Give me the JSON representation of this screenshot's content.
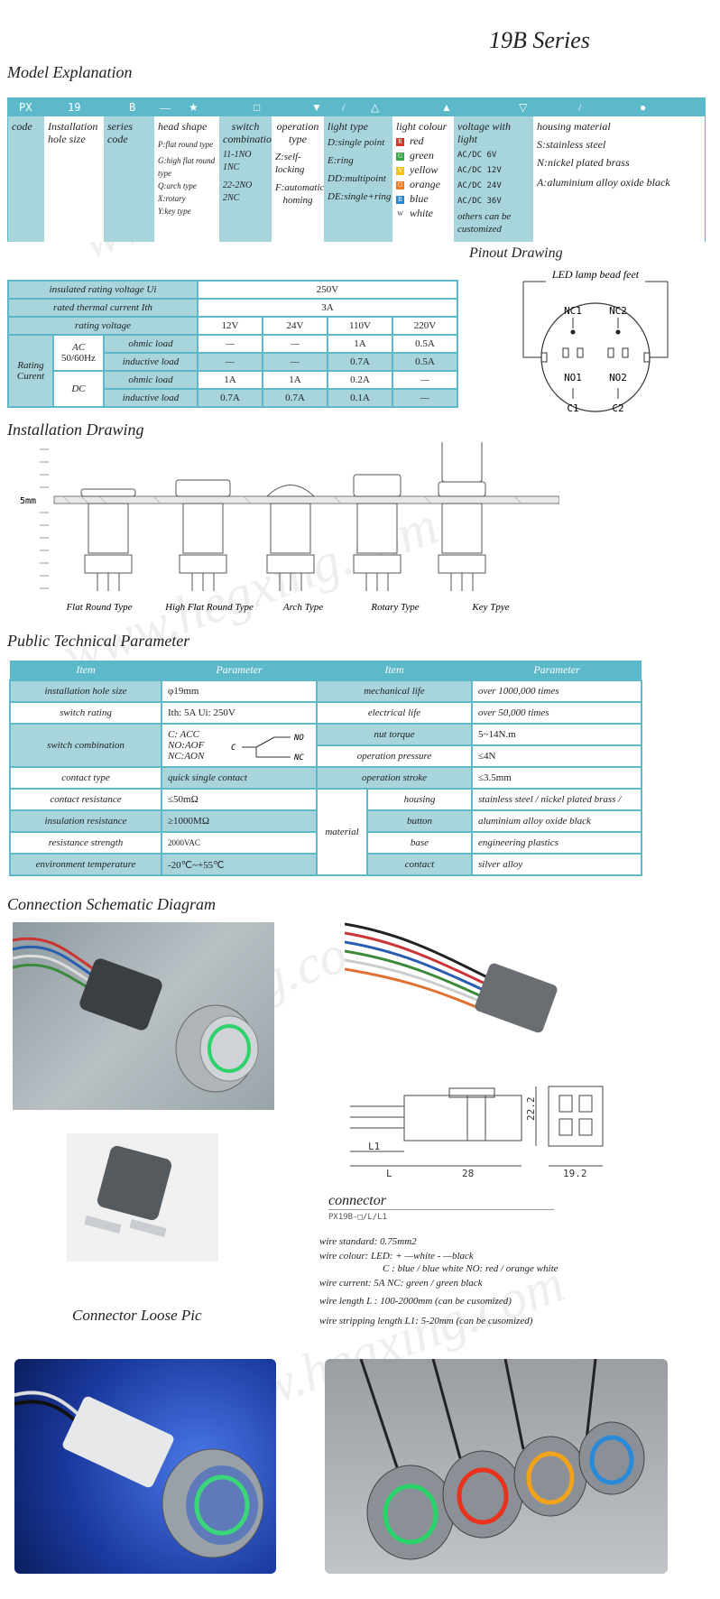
{
  "series_title": "19B Series",
  "sections": {
    "model": "Model Explanation",
    "pinout": "Pinout Drawing",
    "installation": "Installation Drawing",
    "public": "Public Technical Parameter",
    "connection": "Connection Schematic Diagram"
  },
  "model": {
    "header": [
      "PX",
      "19",
      "B",
      "—",
      "★",
      "□",
      "▼",
      "/",
      "△",
      "▲",
      "▽",
      "/",
      "●"
    ],
    "code": "code",
    "hole": "Installation hole size",
    "series": "series code",
    "head_shape": {
      "title": "head shape",
      "items": [
        "P:flat round type",
        "G:high flat round type",
        "Q:arch type",
        "X:rotary",
        "Y:key type"
      ]
    },
    "switch_comb": {
      "title": "switch combination",
      "items": [
        "11-1NO 1NC",
        "22-2NO 2NC"
      ]
    },
    "operation": {
      "title": "operation type",
      "items": [
        "Z:self-locking",
        "F:automatic homing"
      ]
    },
    "light_type": {
      "title": "light type",
      "items": [
        "D:single point",
        "E:ring",
        "DD:multipoint",
        "DE:single+ring"
      ]
    },
    "light_colour": {
      "title": "light colour",
      "items": [
        {
          "code": "R",
          "name": "red",
          "color": "#d9342b"
        },
        {
          "code": "G",
          "name": "green",
          "color": "#3aa64a"
        },
        {
          "code": "Y",
          "name": "yellow",
          "color": "#f2c21b"
        },
        {
          "code": "O",
          "name": "orange",
          "color": "#ee7a22"
        },
        {
          "code": "B",
          "name": "blue",
          "color": "#2a86d0"
        },
        {
          "code": "W",
          "name": "white",
          "color": "#ffffff"
        }
      ]
    },
    "voltage": {
      "title": "voltage with light",
      "items": [
        "AC/DC 6V",
        "AC/DC 12V",
        "AC/DC 24V",
        "AC/DC 36V"
      ],
      "note": "others can be customized"
    },
    "housing": {
      "items": [
        "housing material",
        "S:stainless steel",
        "N:nickel plated brass",
        "A:aluminium alloy oxide black"
      ]
    }
  },
  "rating": {
    "rows": {
      "insulated": "insulated rating voltage Ui",
      "insulated_val": "250V",
      "thermal": "rated thermal current Ith",
      "thermal_val": "3A",
      "rating_voltage": "rating voltage",
      "voltages": [
        "12V",
        "24V",
        "110V",
        "220V"
      ],
      "rating_current": "Rating Curent",
      "ac": "AC",
      "ac_freq": "50/60Hz",
      "dc": "DC",
      "ohmic": "ohmic load",
      "inductive": "inductive load",
      "ac_ohmic": [
        "—",
        "—",
        "1A",
        "0.5A"
      ],
      "ac_inductive": [
        "—",
        "—",
        "0.7A",
        "0.5A"
      ],
      "dc_ohmic": [
        "1A",
        "1A",
        "0.2A",
        "—"
      ],
      "dc_inductive": [
        "0.7A",
        "0.7A",
        "0.1A",
        "—"
      ]
    }
  },
  "pinout": {
    "caption": "LED lamp bead feet",
    "nc1": "NC1",
    "nc2": "NC2",
    "no1": "NO1",
    "no2": "NO2",
    "c1": "C1",
    "c2": "C2"
  },
  "install": {
    "mm": "5mm",
    "labels": [
      "Flat Round Type",
      "High Flat Round Type",
      "Arch Type",
      "Rotary Type",
      "Key Tpye"
    ]
  },
  "params": {
    "headers": [
      "Item",
      "Parameter",
      "Item",
      "Parameter"
    ],
    "left": [
      {
        "item": "installation hole size",
        "val": "φ19mm"
      },
      {
        "item": "switch rating",
        "val": "Ith: 5A    Ui: 250V"
      },
      {
        "item": "switch combination",
        "val": [
          "C: ACC",
          "NO:AOF",
          "NC:AON"
        ]
      },
      {
        "item": "contact type",
        "val": "quick single contact"
      },
      {
        "item": "contact resistance",
        "val": "≤50mΩ"
      },
      {
        "item": "insulation resistance",
        "val": "≥1000MΩ"
      },
      {
        "item": "resistance strength",
        "val": "2000VAC"
      },
      {
        "item": "environment temperature",
        "val": "-20℃~+55℃"
      }
    ],
    "switch_diagram": {
      "c": "C",
      "no": "NO",
      "nc": "NC"
    },
    "right": [
      {
        "item": "mechanical life",
        "val": "over 1000,000 times"
      },
      {
        "item": "electrical life",
        "val": "over 50,000 times"
      },
      {
        "item": "nut torque",
        "val": "5~14N.m"
      },
      {
        "item": "operation pressure",
        "val": "≤4N"
      },
      {
        "item": "operation stroke",
        "val": "≤3.5mm"
      }
    ],
    "material": "material",
    "materials": [
      {
        "item": "housing",
        "val": "stainless steel / nickel plated brass /"
      },
      {
        "item": "button",
        "val": "aluminium alloy oxide black"
      },
      {
        "item": "base",
        "val": "engineering plastics"
      },
      {
        "item": "contact",
        "val": "silver alloy"
      }
    ]
  },
  "connector": {
    "dims": {
      "l1": "L1",
      "l": "L",
      "d28": "28",
      "d222": "22.2",
      "d192": "19.2"
    },
    "title": "connector",
    "code": "PX19B-□/L/L1",
    "loose_pic": "Connector Loose Pic",
    "lines": [
      "wire standard: 0.75mm2",
      "wire colour: LED: + —white      - —black",
      "C : blue / blue white    NO: red / orange white",
      "wire current: 5A          NC: green / green black",
      "wire length L : 100-2000mm (can be cusomized)",
      "wire stripping length L1: 5-20mm (can be cusomized)"
    ]
  },
  "watermark": "www.hegxing.com"
}
